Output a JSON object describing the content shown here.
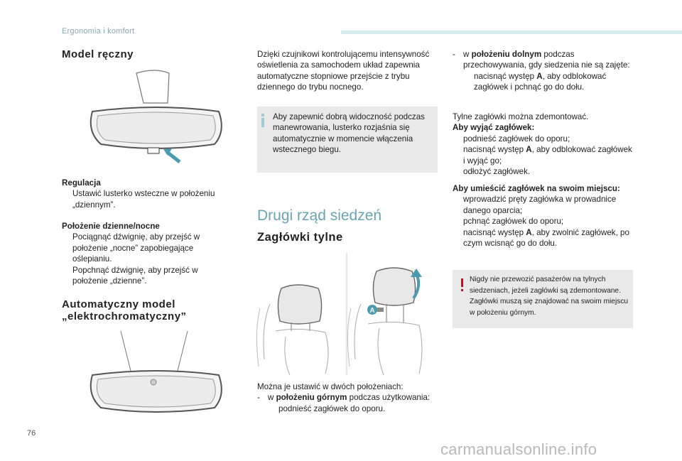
{
  "header": {
    "chapter": "Ergonomia i komfort"
  },
  "page_number": "76",
  "watermark": "carmanualsonline.info",
  "col1": {
    "manual_title": "Model ręczny",
    "regulacja_title": "Regulacja",
    "regulacja_item": "Ustawić lusterko wsteczne w położeniu „dziennym”.",
    "position_title": "Położenie dzienne/nocne",
    "position_item1": "Pociągnąć dźwignię, aby przejść w położenie „nocne” zapobiegające oślepianiu.",
    "position_item2": "Popchnąć dźwignię, aby przejść w położenie „dzienne”.",
    "auto_title_line1": "Automatyczny model",
    "auto_title_line2": "„elektrochromatyczny”"
  },
  "col2": {
    "intro": "Dzięki czujnikowi kontrolującemu intensywność oświetlenia za samochodem układ zapewnia automatyczne stopniowe przejście z trybu dziennego do trybu nocnego.",
    "info": "Aby zapewnić dobrą widoczność podczas manewrowania, lusterko rozjaśnia się automatycznie w momencie włączenia wstecznego biegu.",
    "section_title": "Drugi rząd siedzeń",
    "headrest_title": "Zagłówki tylne",
    "image_label_a": "A",
    "positions_intro": "Można je ustawić w dwóch położeniach:",
    "up_prefix": "w ",
    "up_bold": "położeniu górnym",
    "up_suffix": " podczas użytkowania:",
    "up_step": "podnieść zagłówek do oporu."
  },
  "col3": {
    "down_prefix": "w ",
    "down_bold": "położeniu dolnym",
    "down_suffix": " podczas przechowywania, gdy siedzenia nie są zajęte:",
    "down_step_pre": "nacisnąć występ ",
    "down_step_bold": "A",
    "down_step_post": ", aby odblokować zagłówek i pchnąć go do dołu.",
    "removable": "Tylne zagłówki można zdemontować.",
    "remove_title": "Aby wyjąć zagłówek:",
    "remove_1": "podnieść zagłówek do oporu;",
    "remove_2_pre": "nacisnąć występ ",
    "remove_2_bold": "A",
    "remove_2_post": ", aby odblokować zagłówek i wyjąć go;",
    "remove_3": "odłożyć zagłówek.",
    "install_title": "Aby umieścić zagłówek na swoim miejscu:",
    "install_1": "wprowadzić pręty zagłówka w prowadnice danego oparcia;",
    "install_2": "pchnąć zagłówek do oporu;",
    "install_3_pre": "nacisnąć występ ",
    "install_3_bold": "A",
    "install_3_post": ", aby zwolnić zagłówek, po czym wcisnąć go do dołu.",
    "warning": "Nigdy nie przewozić pasażerów na tylnych siedzeniach, jeżeli zagłówki są zdemontowane. Zagłówki muszą się znajdować na swoim miejscu w położeniu górnym."
  },
  "bullet_glyph": "",
  "dash_glyph": "-",
  "colors": {
    "accent": "#6aa4b4",
    "info_bar": "#9ecbd6",
    "warning": "#e3001b",
    "arrow": "#4a9ab0"
  },
  "icons": [
    "info-icon",
    "warning-icon",
    "arrow-icon"
  ]
}
